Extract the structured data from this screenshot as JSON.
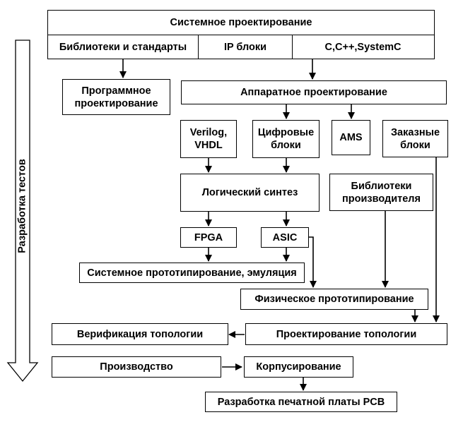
{
  "diagram": {
    "top": {
      "title": "Системное проектирование",
      "libraries": "Библиотеки и стандарты",
      "ip_blocks": "IP блоки",
      "languages": "C,C++,SystemC"
    },
    "software_design": "Программное\nпроектирование",
    "hardware_design": "Аппаратное проектирование",
    "verilog_vhdl": "Verilog,\nVHDL",
    "digital_blocks": "Цифровые\nблоки",
    "ams": "AMS",
    "custom_blocks": "Заказные\nблоки",
    "logic_synthesis": "Логический синтез",
    "vendor_libraries": "Библиотеки\nпроизводителя",
    "fpga": "FPGA",
    "asic": "ASIC",
    "system_prototyping": "Системное прототипирование, эмуляция",
    "physical_prototyping": "Физическое прототипирование",
    "topology_verification": "Верификация топологии",
    "topology_design": "Проектирование топологии",
    "production": "Производство",
    "packaging": "Корпусирование",
    "pcb_design": "Разработка печатной платы PCB",
    "test_development": "Разработка тестов"
  },
  "colors": {
    "stroke": "#000000",
    "background": "#ffffff"
  }
}
